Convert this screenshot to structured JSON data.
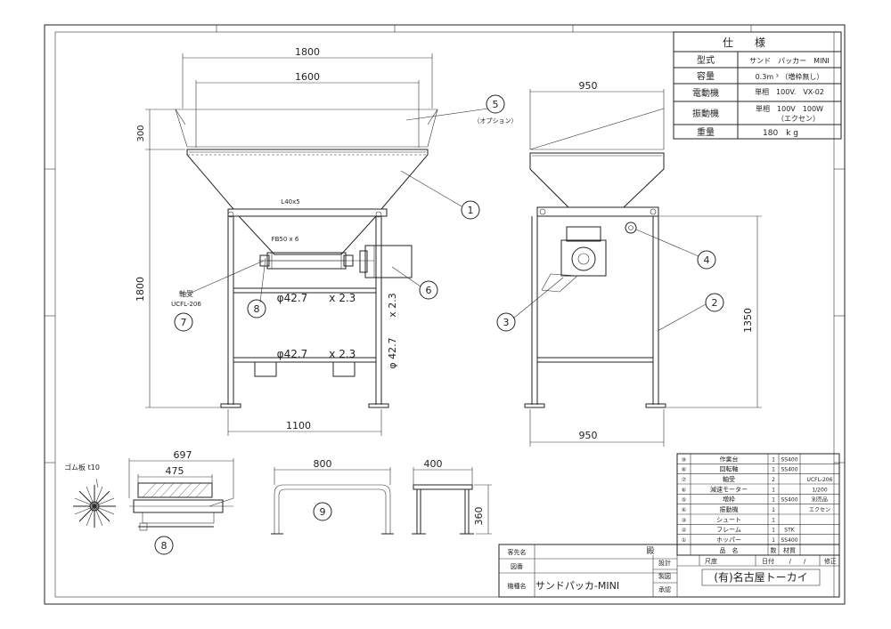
{
  "spec_table": {
    "title": "仕　　様",
    "rows": [
      {
        "label": "型式",
        "value": "サンド　パッカー　MINI"
      },
      {
        "label": "容量",
        "value": "0.3m  ³ （増枠無し）"
      },
      {
        "label": "電動機",
        "value": "単相　100V.　VX-02"
      },
      {
        "label": "振動機",
        "value": "単相　100V　100W"
      },
      {
        "label": "重量",
        "value": "180　k g"
      }
    ],
    "vibrator_maker": "（エクセン）"
  },
  "dimensions": {
    "d1800_top": "1800",
    "d1600": "1600",
    "d300": "300",
    "d1800_height": "1800",
    "d1100": "1100",
    "d950_top": "950",
    "d950_bottom": "950",
    "d1350": "1350",
    "d697": "697",
    "d475": "475",
    "d800": "800",
    "d400": "400",
    "d360": "360"
  },
  "labels": {
    "option": "（オプション）",
    "l40x5": "L40x5",
    "fb50": "FB50 x 6",
    "bearing": "軸受",
    "bearing_model": "UCFL-206",
    "pipe1": "φ42.7　　x 2.3",
    "pipe2": "φ42.7　　x 2.3",
    "pipe_v1": "x 2.3",
    "pipe_v2": "φ 42.7",
    "rubber": "ゴム板 t10"
  },
  "balloons": [
    "1",
    "2",
    "3",
    "4",
    "5",
    "6",
    "7",
    "8",
    "8",
    "9"
  ],
  "parts_list": {
    "rows": [
      {
        "no": "⑨",
        "name": "作業台",
        "qty": "1",
        "mat": "SS400",
        "note": ""
      },
      {
        "no": "⑧",
        "name": "回転軸",
        "qty": "1",
        "mat": "SS400",
        "note": ""
      },
      {
        "no": "⑦",
        "name": "軸受",
        "qty": "2",
        "mat": "",
        "note": "UCFL-206"
      },
      {
        "no": "⑥",
        "name": "減速モーター",
        "qty": "1",
        "mat": "",
        "note": "1/200"
      },
      {
        "no": "⑤",
        "name": "増枠",
        "qty": "1",
        "mat": "SS400",
        "note": "別売品"
      },
      {
        "no": "④",
        "name": "振動機",
        "qty": "1",
        "mat": "",
        "note": "エクセン"
      },
      {
        "no": "③",
        "name": "シュート",
        "qty": "1",
        "mat": "",
        "note": ""
      },
      {
        "no": "②",
        "name": "フレーム",
        "qty": "1",
        "mat": "STK",
        "note": ""
      },
      {
        "no": "①",
        "name": "ホッパー",
        "qty": "1",
        "mat": "SS400",
        "note": ""
      }
    ],
    "header": {
      "name": "品　名",
      "qty": "数",
      "mat": "材質"
    }
  },
  "title_block": {
    "customer_label": "客先名",
    "customer_suffix": "殿",
    "drawing_no_label": "図番",
    "machine_label": "機種名",
    "machine_name": "サンドパッカ-MINI",
    "design": "設計",
    "draft": "製図",
    "approve": "承認",
    "scale": "尺度",
    "date": "日付",
    "date_sep": "/　　/",
    "revise": "修正",
    "company": "(有)名古屋トーカイ"
  }
}
